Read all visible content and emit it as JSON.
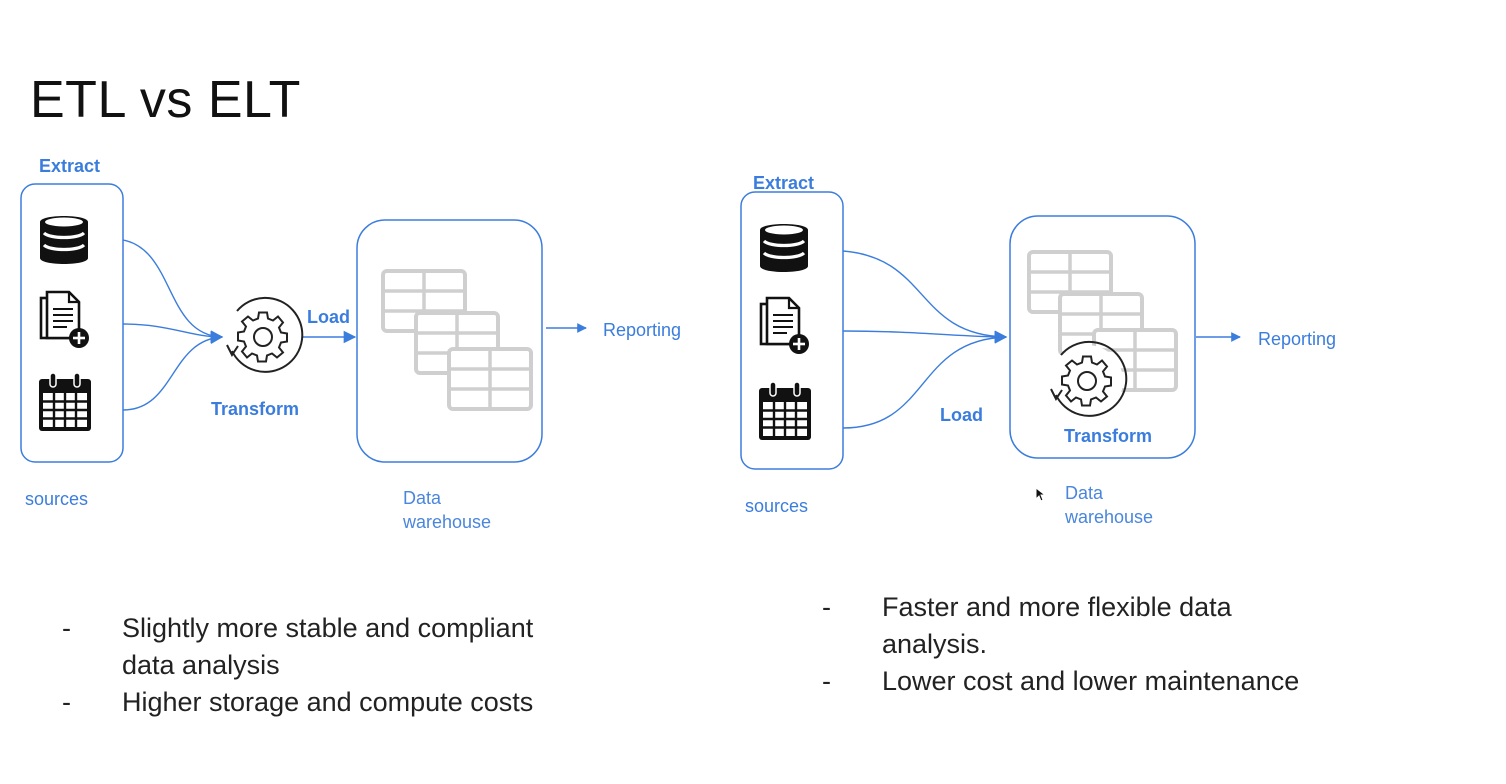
{
  "title": "ETL vs ELT",
  "colors": {
    "accent": "#3b7ddd",
    "table_grey": "#cfcfcf",
    "text": "#222222"
  },
  "etl": {
    "extract_label": "Extract",
    "transform_label": "Transform",
    "load_label": "Load",
    "reporting_label": "Reporting",
    "sources_label": "sources",
    "warehouse_label_line1": "Data",
    "warehouse_label_line2": "warehouse",
    "icons": [
      "database-icon",
      "document-add-icon",
      "calendar-icon",
      "gear-cycle-icon",
      "table-stack-icon"
    ],
    "bullets": [
      {
        "marker": "-",
        "lines": [
          "Slightly more stable and compliant",
          "data analysis"
        ]
      },
      {
        "marker": "-",
        "lines": [
          "Higher storage and compute costs"
        ]
      }
    ]
  },
  "elt": {
    "extract_label": "Extract",
    "load_label": "Load",
    "transform_label": "Transform",
    "reporting_label": "Reporting",
    "sources_label": "sources",
    "warehouse_label_line1": "Data",
    "warehouse_label_line2": "warehouse",
    "icons": [
      "database-icon",
      "document-add-icon",
      "calendar-icon",
      "gear-cycle-icon",
      "table-stack-icon"
    ],
    "bullets": [
      {
        "marker": "-",
        "lines": [
          "Faster and more flexible data",
          "analysis."
        ]
      },
      {
        "marker": "-",
        "lines": [
          "Lower cost and lower maintenance"
        ]
      }
    ]
  }
}
